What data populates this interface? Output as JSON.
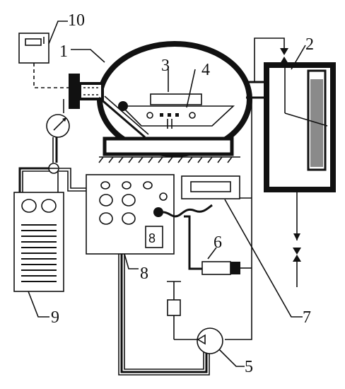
{
  "labels": {
    "l1": "1",
    "l2": "2",
    "l3": "3",
    "l4": "4",
    "l5": "5",
    "l6": "6",
    "l7": "7",
    "l8": "8",
    "l9": "9",
    "l10": "10"
  },
  "panel": {
    "digit": "8"
  },
  "colors": {
    "ink": "#111111",
    "cylinder": "#8a8a8a"
  }
}
